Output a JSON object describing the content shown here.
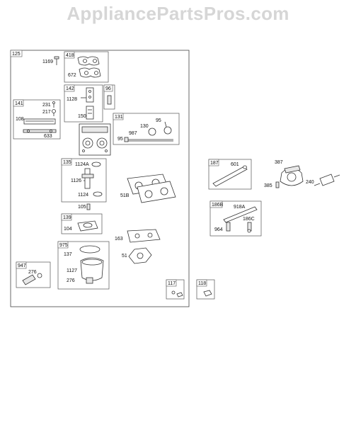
{
  "watermark": "AppliancePartsPros.com",
  "main_group": "125",
  "labels": {
    "b125": "125",
    "p1169": "1169",
    "b418": "418",
    "p672": "672",
    "b142": "142",
    "b96": "96",
    "p1128": "1128",
    "p150": "150",
    "b141": "141",
    "p231": "231",
    "p217": "217",
    "p108": "108",
    "p633": "633",
    "b131": "131",
    "p130": "130",
    "p95a": "95",
    "p987": "987",
    "p95b": "95",
    "b135": "135",
    "p1124A": "1124A",
    "p1126": "1126",
    "p1124": "1124",
    "p105": "105",
    "p51B": "51B",
    "b139": "139",
    "p104": "104",
    "p163": "163",
    "p51": "51",
    "b975": "975",
    "p137": "137",
    "p1127": "1127",
    "p276a": "276",
    "b947": "947",
    "p276b": "276",
    "b117": "117",
    "b118": "118",
    "b187": "187",
    "p601": "601",
    "p387": "387",
    "p385": "385",
    "p240": "240",
    "b186B": "186B",
    "p918A": "918A",
    "p186C": "186C",
    "p964": "964"
  }
}
